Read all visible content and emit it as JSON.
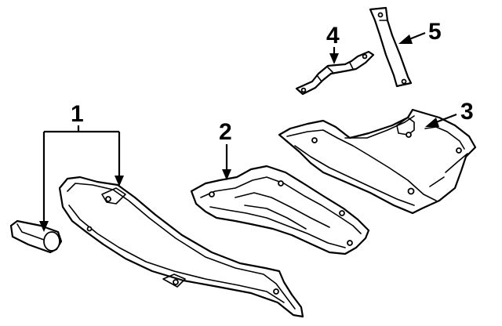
{
  "callouts": [
    {
      "label": "1"
    },
    {
      "label": "2"
    },
    {
      "label": "3"
    },
    {
      "label": "4"
    },
    {
      "label": "5"
    }
  ],
  "colors": {
    "line": "#000000",
    "background": "#ffffff"
  }
}
